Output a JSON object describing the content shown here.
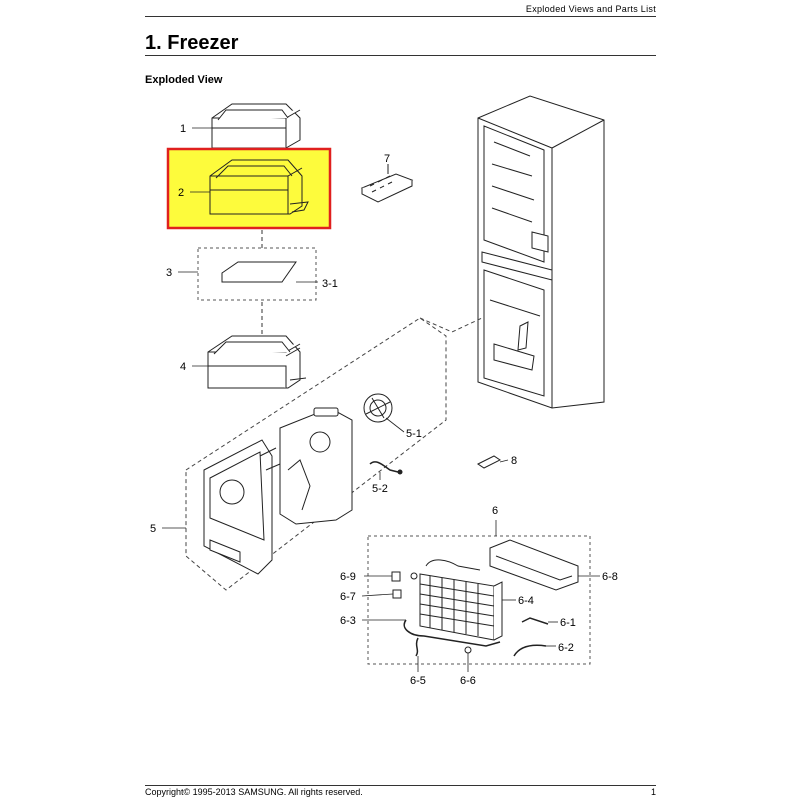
{
  "header": {
    "section": "Exploded Views and Parts List"
  },
  "title": "1.  Freezer",
  "subtitle": "Exploded View",
  "highlight": {
    "fill": "#fdfb3c",
    "border": "#e0201e"
  },
  "callouts": {
    "c1": "1",
    "c2": "2",
    "c3": "3",
    "c3_1": "3-1",
    "c4": "4",
    "c5": "5",
    "c5_1": "5-1",
    "c5_2": "5-2",
    "c6": "6",
    "c6_1": "6-1",
    "c6_2": "6-2",
    "c6_3": "6-3",
    "c6_4": "6-4",
    "c6_5": "6-5",
    "c6_6": "6-6",
    "c6_7": "6-7",
    "c6_8": "6-8",
    "c6_9": "6-9",
    "c7": "7",
    "c8": "8"
  },
  "footer": {
    "copyright": "Copyright© 1995-2013 SAMSUNG. All rights reserved.",
    "page": "1"
  }
}
